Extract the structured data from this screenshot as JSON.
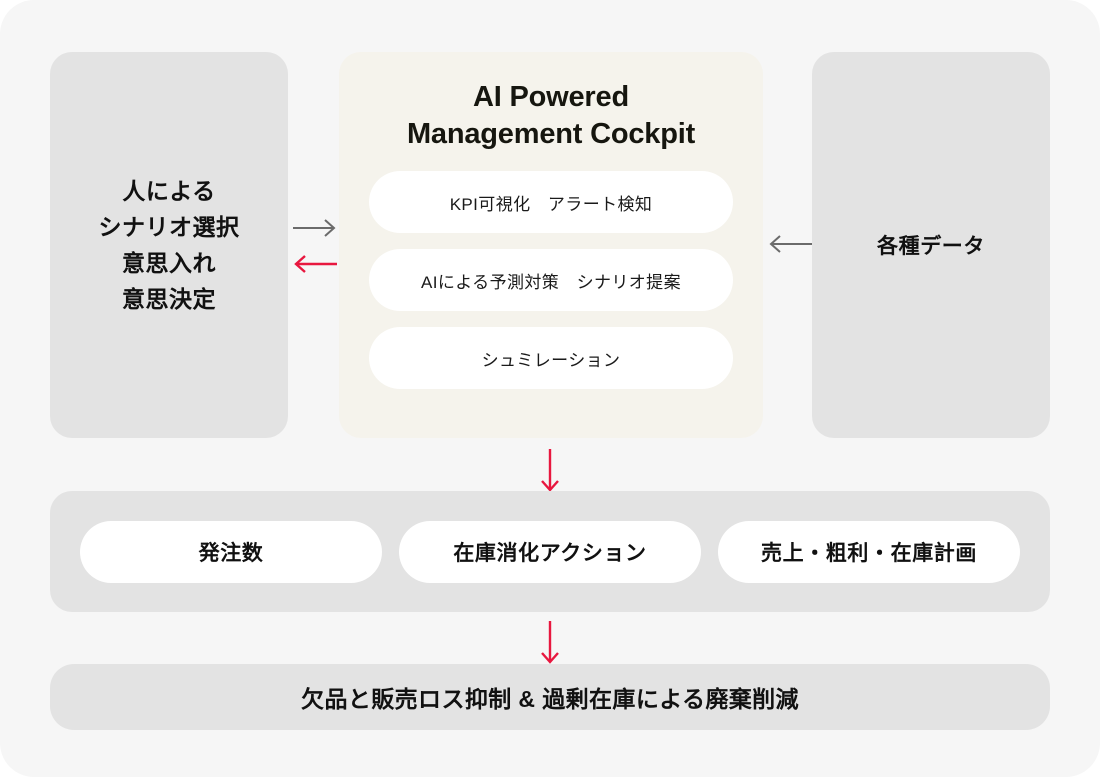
{
  "diagram": {
    "colors": {
      "canvas_bg": "#F6F6F6",
      "panel_gray": "#E3E3E3",
      "cockpit_cream": "#F5F3EC",
      "pill_white": "#FFFFFF",
      "text_dark": "#111111",
      "arrow_gray": "#6B6B6B",
      "arrow_red": "#E8173F"
    },
    "human_panel": {
      "lines": [
        "人による",
        "シナリオ選択",
        "意思入れ",
        "意思決定"
      ]
    },
    "cockpit_panel": {
      "title_lines": [
        "AI Powered",
        "Management Cockpit"
      ],
      "capabilities": [
        "KPI可視化　アラート検知",
        "AIによる予測対策　シナリオ提案",
        "シュミレーション"
      ]
    },
    "data_panel": {
      "label": "各種データ"
    },
    "arrows": {
      "human_to_cockpit": "arrow-right-gray",
      "cockpit_to_human": "arrow-left-red",
      "data_to_cockpit": "arrow-left-gray",
      "cockpit_to_actions": "arrow-down-red",
      "actions_to_outcome": "arrow-down-red"
    },
    "actions_band": {
      "items": [
        "発注数",
        "在庫消化アクション",
        "売上・粗利・在庫計画"
      ]
    },
    "outcome_bar": {
      "label": "欠品と販売ロス抑制 & 過剰在庫による廃棄削減"
    }
  }
}
